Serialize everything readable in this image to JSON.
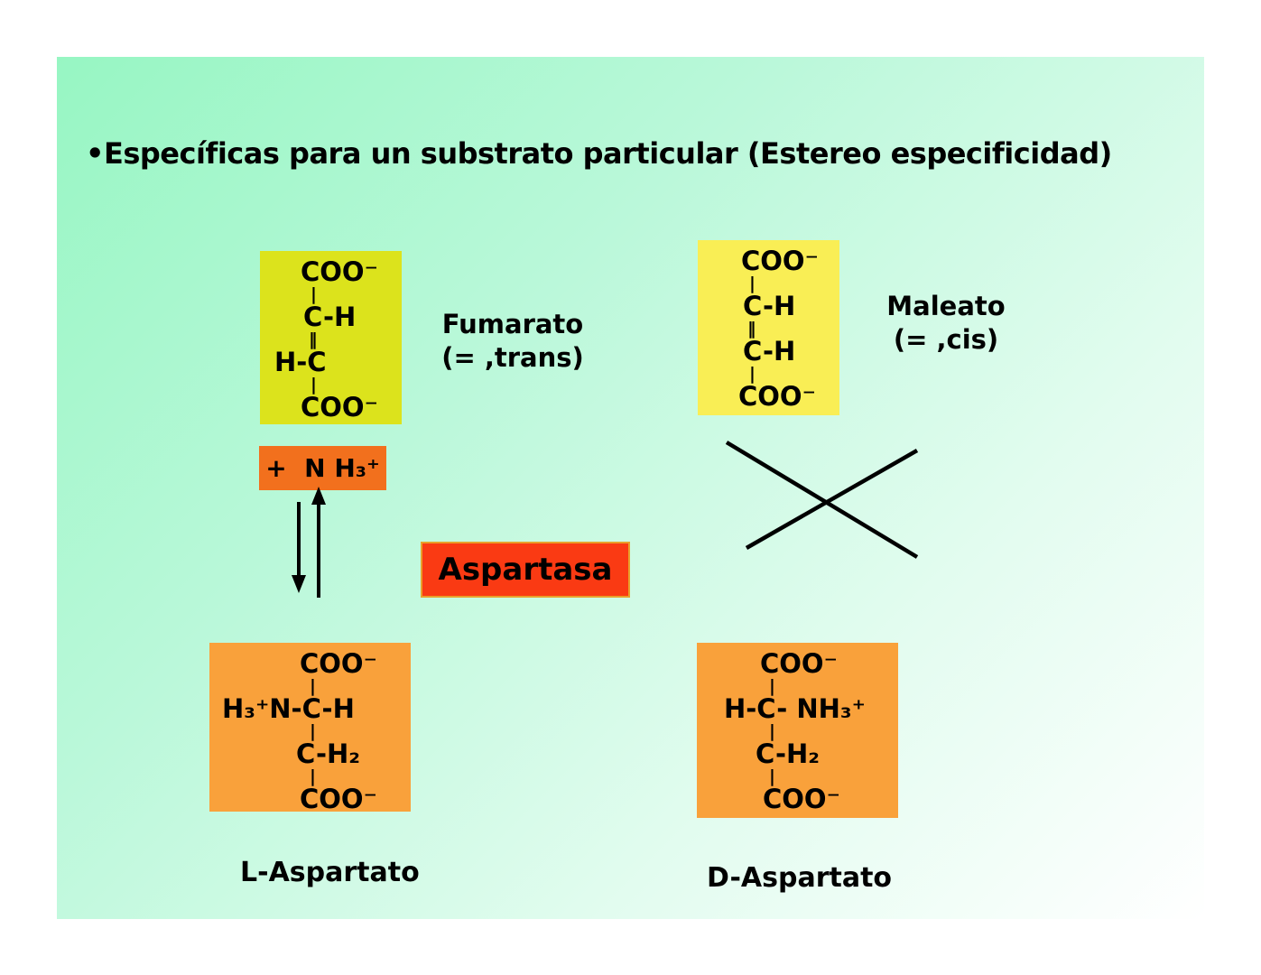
{
  "slide": {
    "title": "•Específicas para un substrato particular (Estereo especificidad)"
  },
  "fumarato": {
    "label_line1": "Fumarato",
    "label_line2": "(= ,trans)",
    "structure": [
      "COO⁻",
      "|",
      "C-H",
      "‖",
      "H-C",
      "|",
      "COO⁻"
    ],
    "box_color": "#dce31c"
  },
  "maleato": {
    "label_line1": "Maleato",
    "label_line2": "(= ,cis)",
    "structure": [
      "COO⁻",
      "|",
      "C-H",
      "‖",
      "C-H",
      "|",
      "COO⁻"
    ],
    "box_color": "#f9ee55"
  },
  "ammonium": {
    "label": "+  N H₃⁺",
    "box_color": "#f2701d"
  },
  "enzyme": {
    "label": "Aspartasa",
    "box_color": "#fa3a13",
    "border_color": "#e9a02b"
  },
  "l_aspartato": {
    "label": "L-Aspartato",
    "structure": [
      "COO⁻",
      "|",
      "H₃⁺N-C-H",
      "|",
      "C-H₂",
      "|",
      "COO⁻"
    ],
    "box_color": "#f9a13b"
  },
  "d_aspartato": {
    "label": "D-Aspartato",
    "structure": [
      "COO⁻",
      "|",
      "H-C- NH₃⁺",
      "|",
      "C-H₂",
      "|",
      "COO⁻"
    ],
    "box_color": "#f9a13b"
  },
  "colors": {
    "background_top_left": "#97f6c3",
    "background_bottom_right": "#ffffff",
    "line_color": "#000000"
  }
}
